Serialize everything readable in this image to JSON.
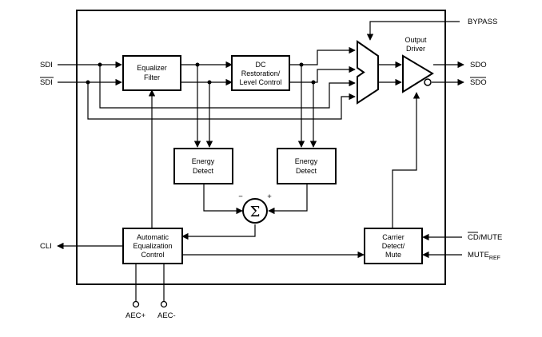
{
  "pins": {
    "sdi": "SDI",
    "sdi_n": "SDI",
    "cli": "CLI",
    "aec_p": "AEC+",
    "aec_n": "AEC-",
    "bypass": "BYPASS",
    "sdo": "SDO",
    "sdo_n": "SDO",
    "cd_mute": "CD/MUTE",
    "mute_ref_main": "MUTE",
    "mute_ref_sub": "REF"
  },
  "blocks": {
    "eq": [
      "Equalizer",
      "Filter"
    ],
    "dc": [
      "DC",
      "Restoration/",
      "Level Control"
    ],
    "energy1": [
      "Energy",
      "Detect"
    ],
    "energy2": [
      "Energy",
      "Detect"
    ],
    "aec": [
      "Automatic",
      "Equalization",
      "Control"
    ],
    "carrier": [
      "Carrier",
      "Detect/",
      "Mute"
    ],
    "driver": [
      "Output",
      "Driver"
    ]
  },
  "summer": {
    "symbol": "Σ",
    "minus": "−",
    "plus": "+"
  }
}
